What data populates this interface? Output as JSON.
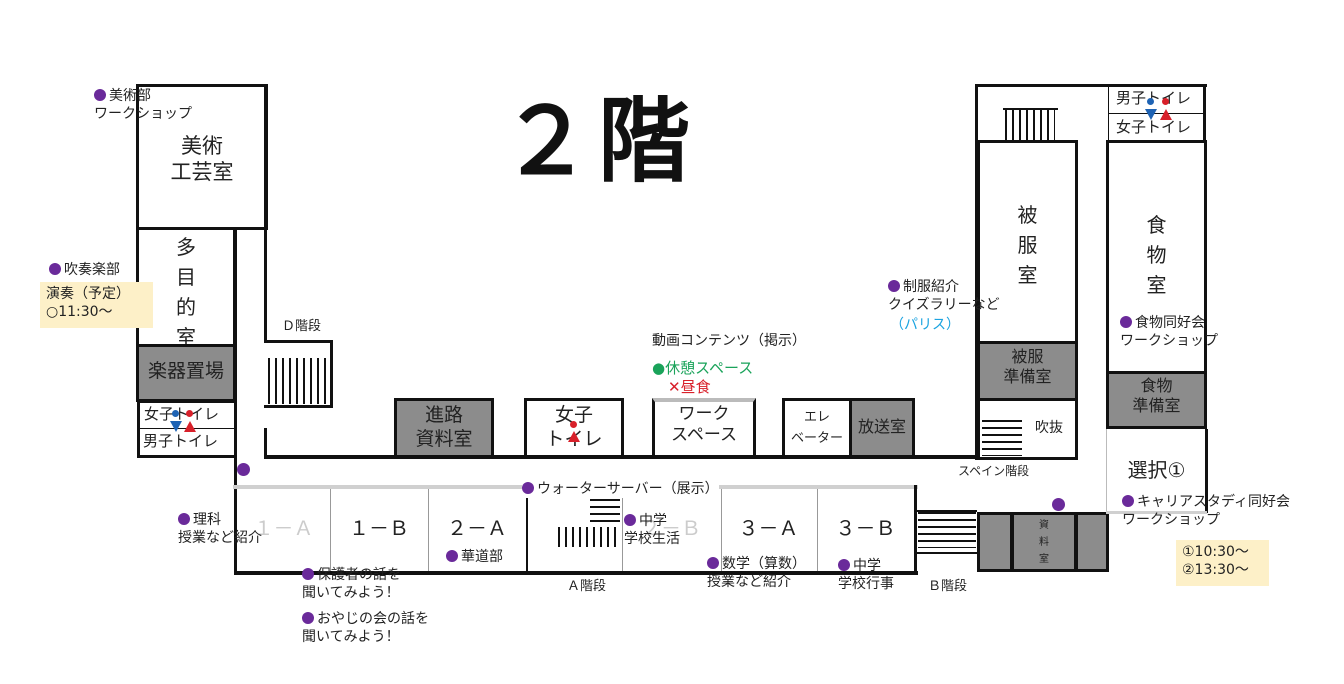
{
  "title": "２階",
  "rooms": {
    "art": "美術\n工芸室",
    "multi": "多\n目\n的\n室",
    "instrument": "楽器置場",
    "w_toilet_left": "女子トイレ",
    "m_toilet_left": "男子トイレ",
    "career": "進路\n資料室",
    "w_toilet_center": "女子\nトイレ",
    "work_space": "ワーク\nスペース",
    "elevator": "エレ\nベーター",
    "broadcast": "放送室",
    "fukuku": "被\n服\n室",
    "fukuku_prep": "被服\n準備室",
    "fukinuke": "吹抜",
    "m_toilet_right": "男子トイレ",
    "w_toilet_right": "女子トイレ",
    "food": "食\n物\n室",
    "food_prep": "食物\n準備室",
    "select1": "選択①",
    "c1a": "１－Ａ",
    "c1b": "１－Ｂ",
    "c2a": "２－Ａ",
    "c2b": "２－Ｂ",
    "c3a": "３－Ａ",
    "c3b": "３－Ｂ",
    "shiryo": "資\n料\n室"
  },
  "stairs": {
    "d": "Ｄ階段",
    "a": "Ａ階段",
    "b": "Ｂ階段",
    "spain": "スペイン階段"
  },
  "events": {
    "art_club": "美術部\nワークショップ",
    "brass": "吹奏楽部",
    "brass_note": "演奏（予定）\n○11:30～",
    "video": "動画コンテンツ（掲示）",
    "rest": "●休憩スペース",
    "lunch": "✕昼食",
    "uniform": "制服紹介\nクイズラリーなど",
    "paris": "（パリス）",
    "food_club": "食物同好会\nワークショップ",
    "water": "ウォーターサーバー（展示）",
    "science": "理科\n授業など紹介",
    "kado": "華道部",
    "guardian": "保護者の話を\n聞いてみよう！",
    "oyaji": "おやじの会の話を\n聞いてみよう！",
    "jhs_life": "中学\n学校生活",
    "math": "数学（算数）\n授業など紹介",
    "jhs_event": "中学\n学校行事",
    "career_club": "キャリアスタディ同好会\nワークショップ",
    "career_note": "①10:30～\n②13:30～"
  },
  "colors": {
    "event_dot": "#6a2a9a",
    "rest": "#1aa35a",
    "lunch": "#d8202a",
    "paris": "#1aa3e0",
    "note_bg": "#fdf0c8",
    "gray_room": "#8c8c8c"
  }
}
